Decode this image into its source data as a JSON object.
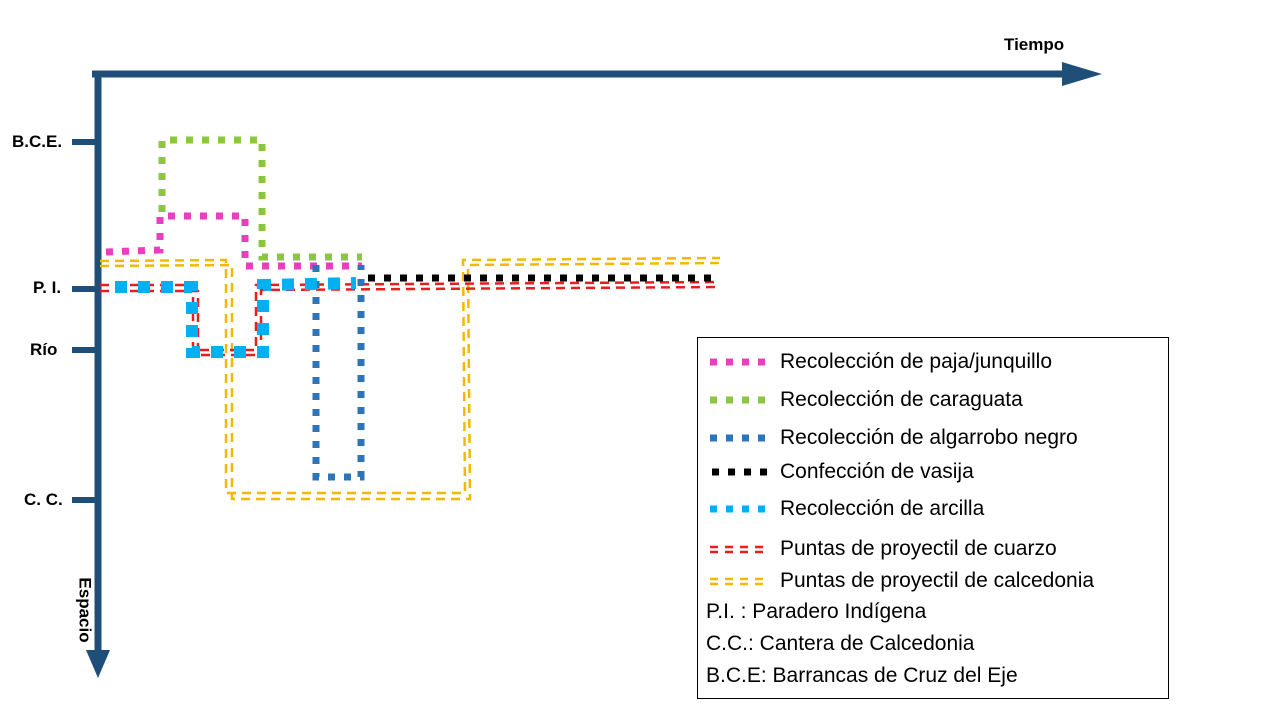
{
  "axes": {
    "x_label": "Tiempo",
    "y_label": "Espacio",
    "y_ticks": [
      "B.C.E.",
      "P. I.",
      "Río",
      "C. C."
    ],
    "color": "#1f4e79"
  },
  "legend": {
    "items": [
      {
        "label": "Recolección de paja/junquillo",
        "color": "#e83fbf",
        "style": "dotted"
      },
      {
        "label": "Recolección de caraguata",
        "color": "#8cc63f",
        "style": "dotted"
      },
      {
        "label": "Recolección de algarrobo negro",
        "color": "#2e75b6",
        "style": "dotted"
      },
      {
        "label": "Confección de vasija",
        "color": "#000000",
        "style": "dotted"
      },
      {
        "label": "Recolección de arcilla",
        "color": "#00b0f0",
        "style": "dotted"
      },
      {
        "label": "Puntas de proyectil de cuarzo",
        "color": "#e81e1e",
        "style": "double-dashed"
      },
      {
        "label": "Puntas de proyectil de calcedonia",
        "color": "#f5b800",
        "style": "double-dashed"
      }
    ],
    "notes": [
      "P.I. : Paradero Indígena",
      "C.C.: Cantera de Calcedonia",
      "B.C.E: Barrancas de Cruz del Eje"
    ]
  }
}
